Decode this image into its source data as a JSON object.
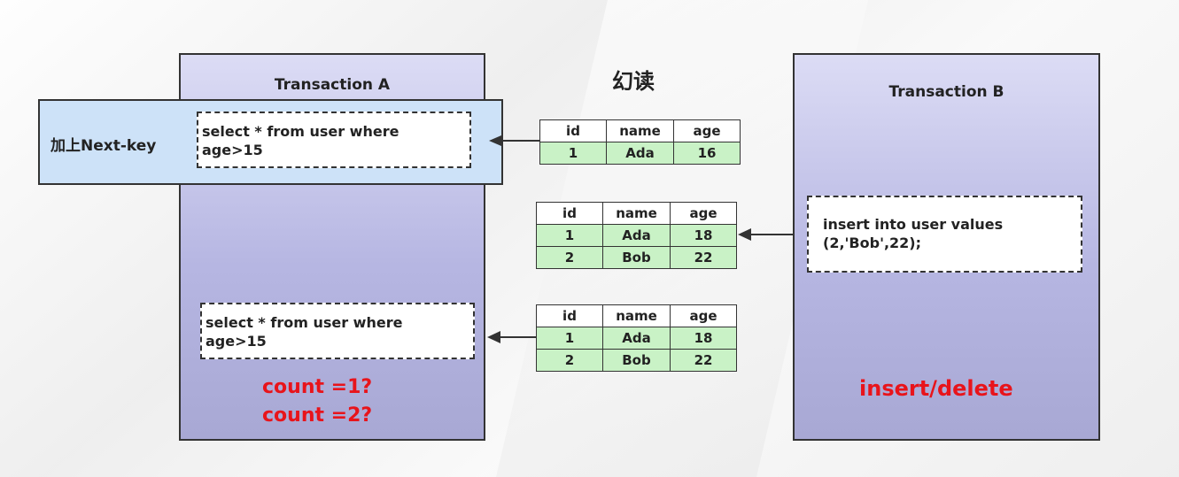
{
  "title": "幻读",
  "transaction_a": {
    "title": "Transaction A",
    "lock_label": "加上Next-key",
    "query_1": [
      "select * from user where",
      "age>15"
    ],
    "query_2": [
      "select * from user where",
      "age>15"
    ],
    "counts": [
      "count =1?",
      "count =2?"
    ]
  },
  "transaction_b": {
    "title": "Transaction B",
    "statement": [
      "insert into user values",
      "(2,'Bob',22);"
    ],
    "action": "insert/delete"
  },
  "tables": [
    {
      "headers": [
        "id",
        "name",
        "age"
      ],
      "rows": [
        [
          "1",
          "Ada",
          "16"
        ]
      ]
    },
    {
      "headers": [
        "id",
        "name",
        "age"
      ],
      "rows": [
        [
          "1",
          "Ada",
          "18"
        ],
        [
          "2",
          "Bob",
          "22"
        ]
      ]
    },
    {
      "headers": [
        "id",
        "name",
        "age"
      ],
      "rows": [
        [
          "1",
          "Ada",
          "18"
        ],
        [
          "2",
          "Bob",
          "22"
        ]
      ]
    }
  ],
  "colors": {
    "panel": "#b6b6e2",
    "band": "#cde2f8",
    "table_row": "#c9f2c6",
    "highlight": "#e8141b"
  }
}
